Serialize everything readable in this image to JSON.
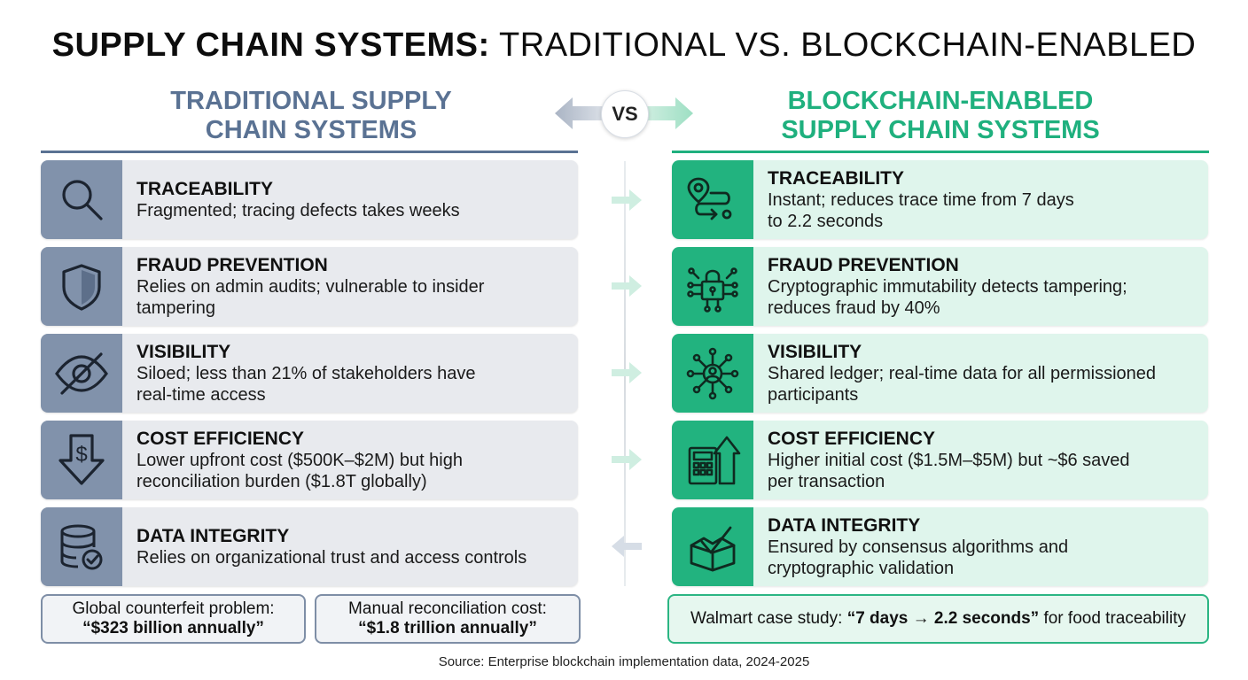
{
  "title": {
    "bold": "SUPPLY CHAIN SYSTEMS:",
    "rest": " TRADITIONAL VS. BLOCKCHAIN-ENABLED"
  },
  "vs_label": "VS",
  "traditional": {
    "heading_line1": "TRADITIONAL SUPPLY",
    "heading_line2": "CHAIN SYSTEMS",
    "accent_color": "#5a7293",
    "items": [
      {
        "icon": "magnifier-icon",
        "title": "TRACEABILITY",
        "desc": [
          "Fragmented; tracing defects takes weeks"
        ]
      },
      {
        "icon": "shield-icon",
        "title": "FRAUD PREVENTION",
        "desc": [
          "Relies on admin audits; vulnerable to insider",
          "tampering"
        ]
      },
      {
        "icon": "eye-slash-icon",
        "title": "VISIBILITY",
        "desc": [
          "Siloed; less than 21% of stakeholders have",
          "real-time access"
        ]
      },
      {
        "icon": "dollar-down-arrow-icon",
        "title": "COST EFFICIENCY",
        "desc": [
          "Lower upfront cost ($500K–$2M) but high",
          "reconciliation burden ($1.8T globally)"
        ]
      },
      {
        "icon": "database-check-icon",
        "title": "DATA INTEGRITY",
        "desc": [
          "Relies on organizational trust and access controls"
        ]
      }
    ],
    "stats": [
      {
        "line1": "Global counterfeit problem:",
        "line2": "“$323 billion annually”"
      },
      {
        "line1": "Manual reconciliation cost:",
        "line2": "“$1.8 trillion annually”"
      }
    ]
  },
  "blockchain": {
    "heading_line1": "BLOCKCHAIN-ENABLED",
    "heading_line2": "SUPPLY CHAIN SYSTEMS",
    "accent_color": "#1fb07e",
    "items": [
      {
        "icon": "route-pin-icon",
        "title": "TRACEABILITY",
        "desc": [
          "Instant; reduces trace time from 7 days",
          "to 2.2 seconds"
        ]
      },
      {
        "icon": "network-lock-icon",
        "title": "FRAUD PREVENTION",
        "desc": [
          "Cryptographic immutability detects tampering;",
          "reduces fraud by 40%"
        ]
      },
      {
        "icon": "network-user-icon",
        "title": "VISIBILITY",
        "desc": [
          "Shared ledger; real-time data for all permissioned",
          "participants"
        ]
      },
      {
        "icon": "calculator-arrow-up-icon",
        "title": "COST EFFICIENCY",
        "desc": [
          "Higher initial cost ($1.5M–$5M) but ~$6 saved",
          "per transaction"
        ]
      },
      {
        "icon": "box-check-icon",
        "title": "DATA INTEGRITY",
        "desc": [
          "Ensured by consensus algorithms and",
          "cryptographic validation"
        ]
      }
    ],
    "case_study": {
      "prefix": "Walmart case study: ",
      "highlight": "“7 days → 2.2 seconds”",
      "suffix": " for food traceability"
    }
  },
  "source": "Source: Enterprise blockchain implementation data, 2024-2025"
}
